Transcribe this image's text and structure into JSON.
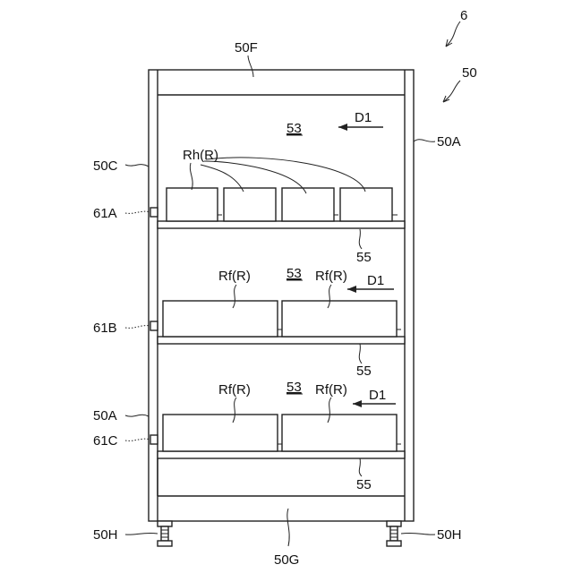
{
  "figure": {
    "ref_number": "6",
    "unit_number": "50",
    "labels": {
      "top_plate": "50F",
      "bottom_plate": "50G",
      "side_frame_right": "50A",
      "side_frame_left": "50A",
      "side_frame_left_upper": "50C",
      "foot_left": "50H",
      "foot_right": "50H",
      "space_top": "53",
      "space_middle": "53",
      "space_bottom": "53",
      "direction_top": "D1",
      "direction_middle": "D1",
      "direction_bottom": "D1",
      "shelf_top": "55",
      "shelf_middle": "55",
      "shelf_bottom": "55",
      "sensor_top": "61A",
      "sensor_middle": "61B",
      "sensor_bottom": "61C",
      "containers_top": "Rh(R)",
      "container_mid_left": "Rf(R)",
      "container_mid_right": "Rf(R)",
      "container_bot_left": "Rf(R)",
      "container_bot_right": "Rf(R)"
    }
  }
}
